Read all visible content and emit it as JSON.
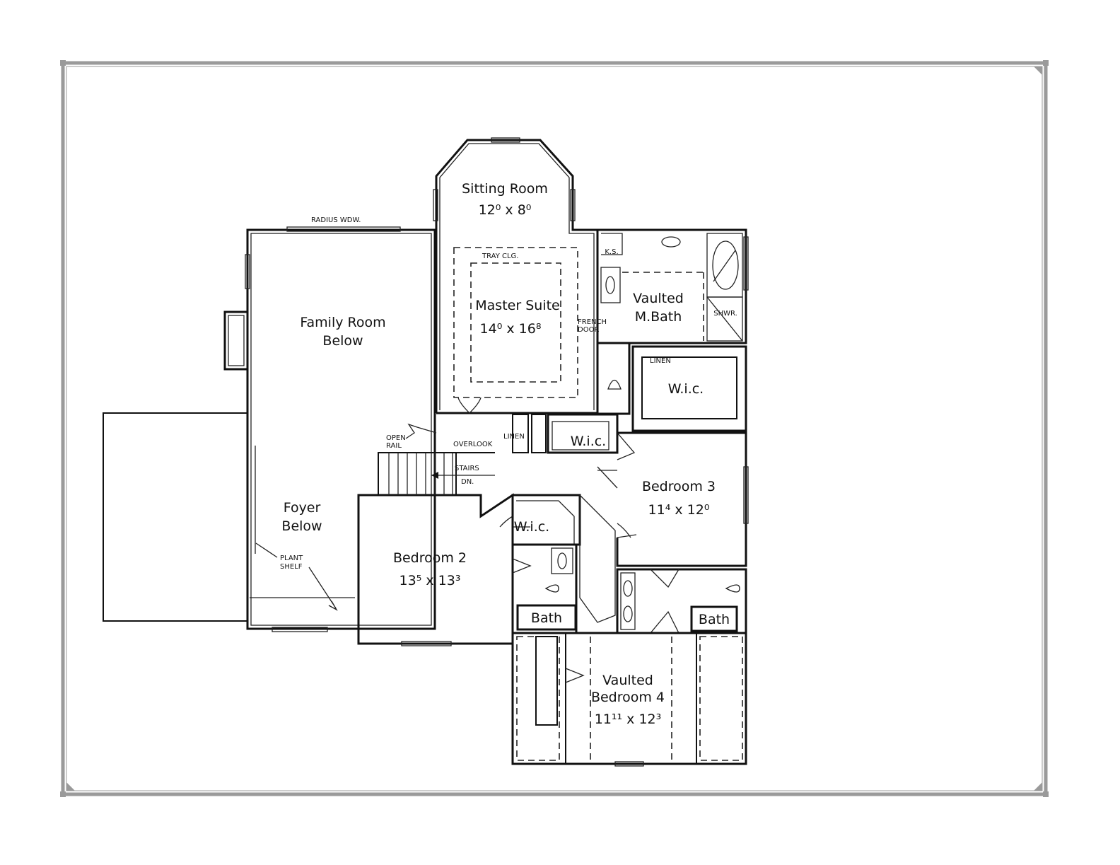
{
  "rooms": {
    "sitting_room": {
      "name": "Sitting Room",
      "dim": "12⁰  x   8⁰"
    },
    "master_suite": {
      "name": "Master Suite",
      "dim": "14⁰  x   16⁸"
    },
    "tray_clg": "TRAY CLG.",
    "family_room": {
      "line1": "Family Room",
      "line2": "Below"
    },
    "foyer": {
      "line1": "Foyer",
      "line2": "Below"
    },
    "vaulted_mbath": {
      "line1": "Vaulted",
      "line2": "M.Bath"
    },
    "wic_master": "W.i.c.",
    "wic_hall": "W.i.c.",
    "wic_bed2": "W.i.c.",
    "bedroom2": {
      "name": "Bedroom 2",
      "dim": "13⁵  x   13³"
    },
    "bedroom3": {
      "name": "Bedroom 3",
      "dim": "11⁴  x   12⁰"
    },
    "bedroom4": {
      "line1": "Vaulted",
      "line2": "Bedroom 4",
      "dim": "11¹¹  x   12³"
    },
    "bath_left": "Bath",
    "bath_right": "Bath"
  },
  "notes": {
    "radius_wdw": "RADIUS  WDW.",
    "ks": "K.S.",
    "shwr": "SHWR.",
    "french_door_1": "FRENCH",
    "french_door_2": "DOOR",
    "linen_master": "LINEN",
    "linen_hall": "LINEN",
    "overlook": "OVERLOOK",
    "open_rail_1": "OPEN",
    "open_rail_2": "RAIL",
    "stairs": "STAIRS",
    "dn": "DN.",
    "plant_shelf_1": "PLANT",
    "plant_shelf_2": "SHELF"
  }
}
